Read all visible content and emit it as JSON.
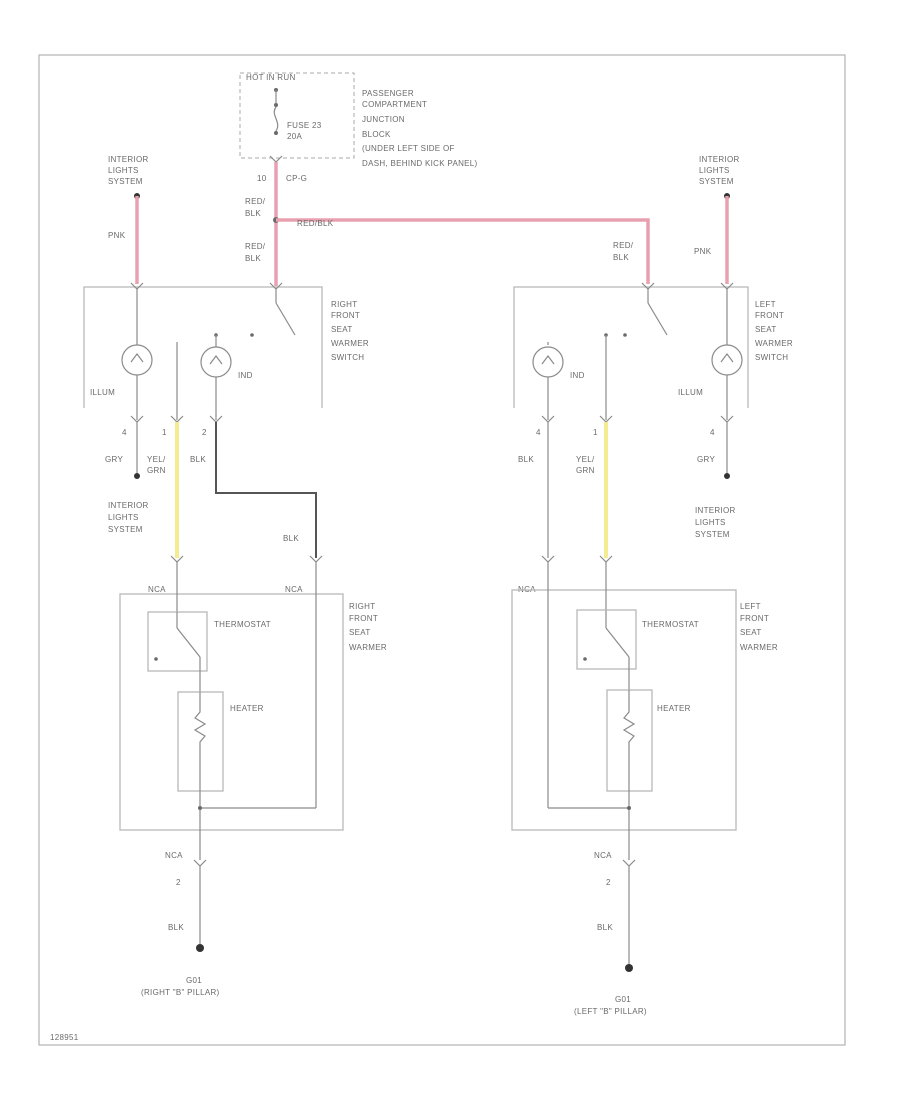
{
  "fuse_box": {
    "hot_label": "HOT IN RUN",
    "fuse": "FUSE 23",
    "amps": "20A",
    "location": [
      "PASSENGER",
      "COMPARTMENT",
      "JUNCTION",
      "BLOCK",
      "(UNDER LEFT SIDE OF",
      "DASH, BEHIND KICK PANEL)"
    ],
    "pin": "10",
    "connector": "CP-G"
  },
  "shared": {
    "red_blk_1": [
      "RED/",
      "BLK"
    ],
    "red_blk_2": [
      "RED/",
      "BLK"
    ],
    "splice_label": "RED/BLK"
  },
  "right": {
    "interior_lights": [
      "INTERIOR",
      "LIGHTS",
      "SYSTEM"
    ],
    "pnk": "PNK",
    "switch_label": [
      "RIGHT",
      "FRONT",
      "SEAT",
      "WARMER",
      "SWITCH"
    ],
    "illum": "ILLUM",
    "ind": "IND",
    "pins": [
      "4",
      "1",
      "2"
    ],
    "wire_colors": [
      "GRY",
      "YEL/",
      "GRN",
      "BLK"
    ],
    "interior_lights_2": [
      "INTERIOR",
      "LIGHTS",
      "SYSTEM"
    ],
    "blk": "BLK",
    "nca_1": "NCA",
    "nca_2": "NCA",
    "warmer_label": [
      "RIGHT",
      "FRONT",
      "SEAT",
      "WARMER"
    ],
    "thermostat": "THERMOSTAT",
    "heater": "HEATER",
    "nca_3": "NCA",
    "pin_bottom": "2",
    "blk_bottom": "BLK",
    "ground": "G01",
    "ground_loc": "(RIGHT \"B\" PILLAR)"
  },
  "left": {
    "interior_lights": [
      "INTERIOR",
      "LIGHTS",
      "SYSTEM"
    ],
    "red_blk": [
      "RED/",
      "BLK"
    ],
    "pnk": "PNK",
    "switch_label": [
      "LEFT",
      "FRONT",
      "SEAT",
      "WARMER",
      "SWITCH"
    ],
    "illum": "ILLUM",
    "ind": "IND",
    "pins": [
      "4",
      "1",
      "4"
    ],
    "wire_colors": [
      "BLK",
      "YEL/",
      "GRN",
      "GRY"
    ],
    "interior_lights_2": [
      "INTERIOR",
      "LIGHTS",
      "SYSTEM"
    ],
    "nca_1": "NCA",
    "warmer_label": [
      "LEFT",
      "FRONT",
      "SEAT",
      "WARMER"
    ],
    "thermostat": "THERMOSTAT",
    "heater": "HEATER",
    "nca_3": "NCA",
    "pin_bottom": "2",
    "blk_bottom": "BLK",
    "ground": "G01",
    "ground_loc": "(LEFT \"B\" PILLAR)"
  },
  "footer_code": "128951",
  "colors": {
    "pink_wire": "#e8a0b0",
    "yellow_wire": "#f4ec90",
    "line": "#8a8a8a"
  }
}
